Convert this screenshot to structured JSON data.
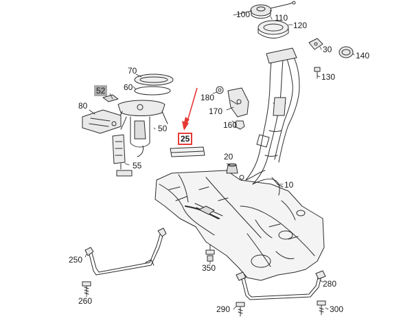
{
  "diagram": {
    "part_labels": {
      "p100": "100",
      "p110": "110",
      "p120": "120",
      "p30": "30",
      "p140": "140",
      "p130": "130",
      "p70": "70",
      "p60": "60",
      "p52": "52",
      "p80": "80",
      "p50": "50",
      "p55": "55",
      "p25": "25",
      "p180": "180",
      "p170": "170",
      "p160": "160",
      "p20": "20",
      "p10": "10",
      "p250": "250",
      "p260": "260",
      "p350": "350",
      "p280": "280",
      "p290": "290",
      "p300": "300"
    },
    "colors": {
      "line": "#2a2a2a",
      "part_fill": "#e9e9e9",
      "highlight_label_bg": "#a9a9a9",
      "highlight_box": "#e53935",
      "arrow": "#e53935"
    }
  }
}
